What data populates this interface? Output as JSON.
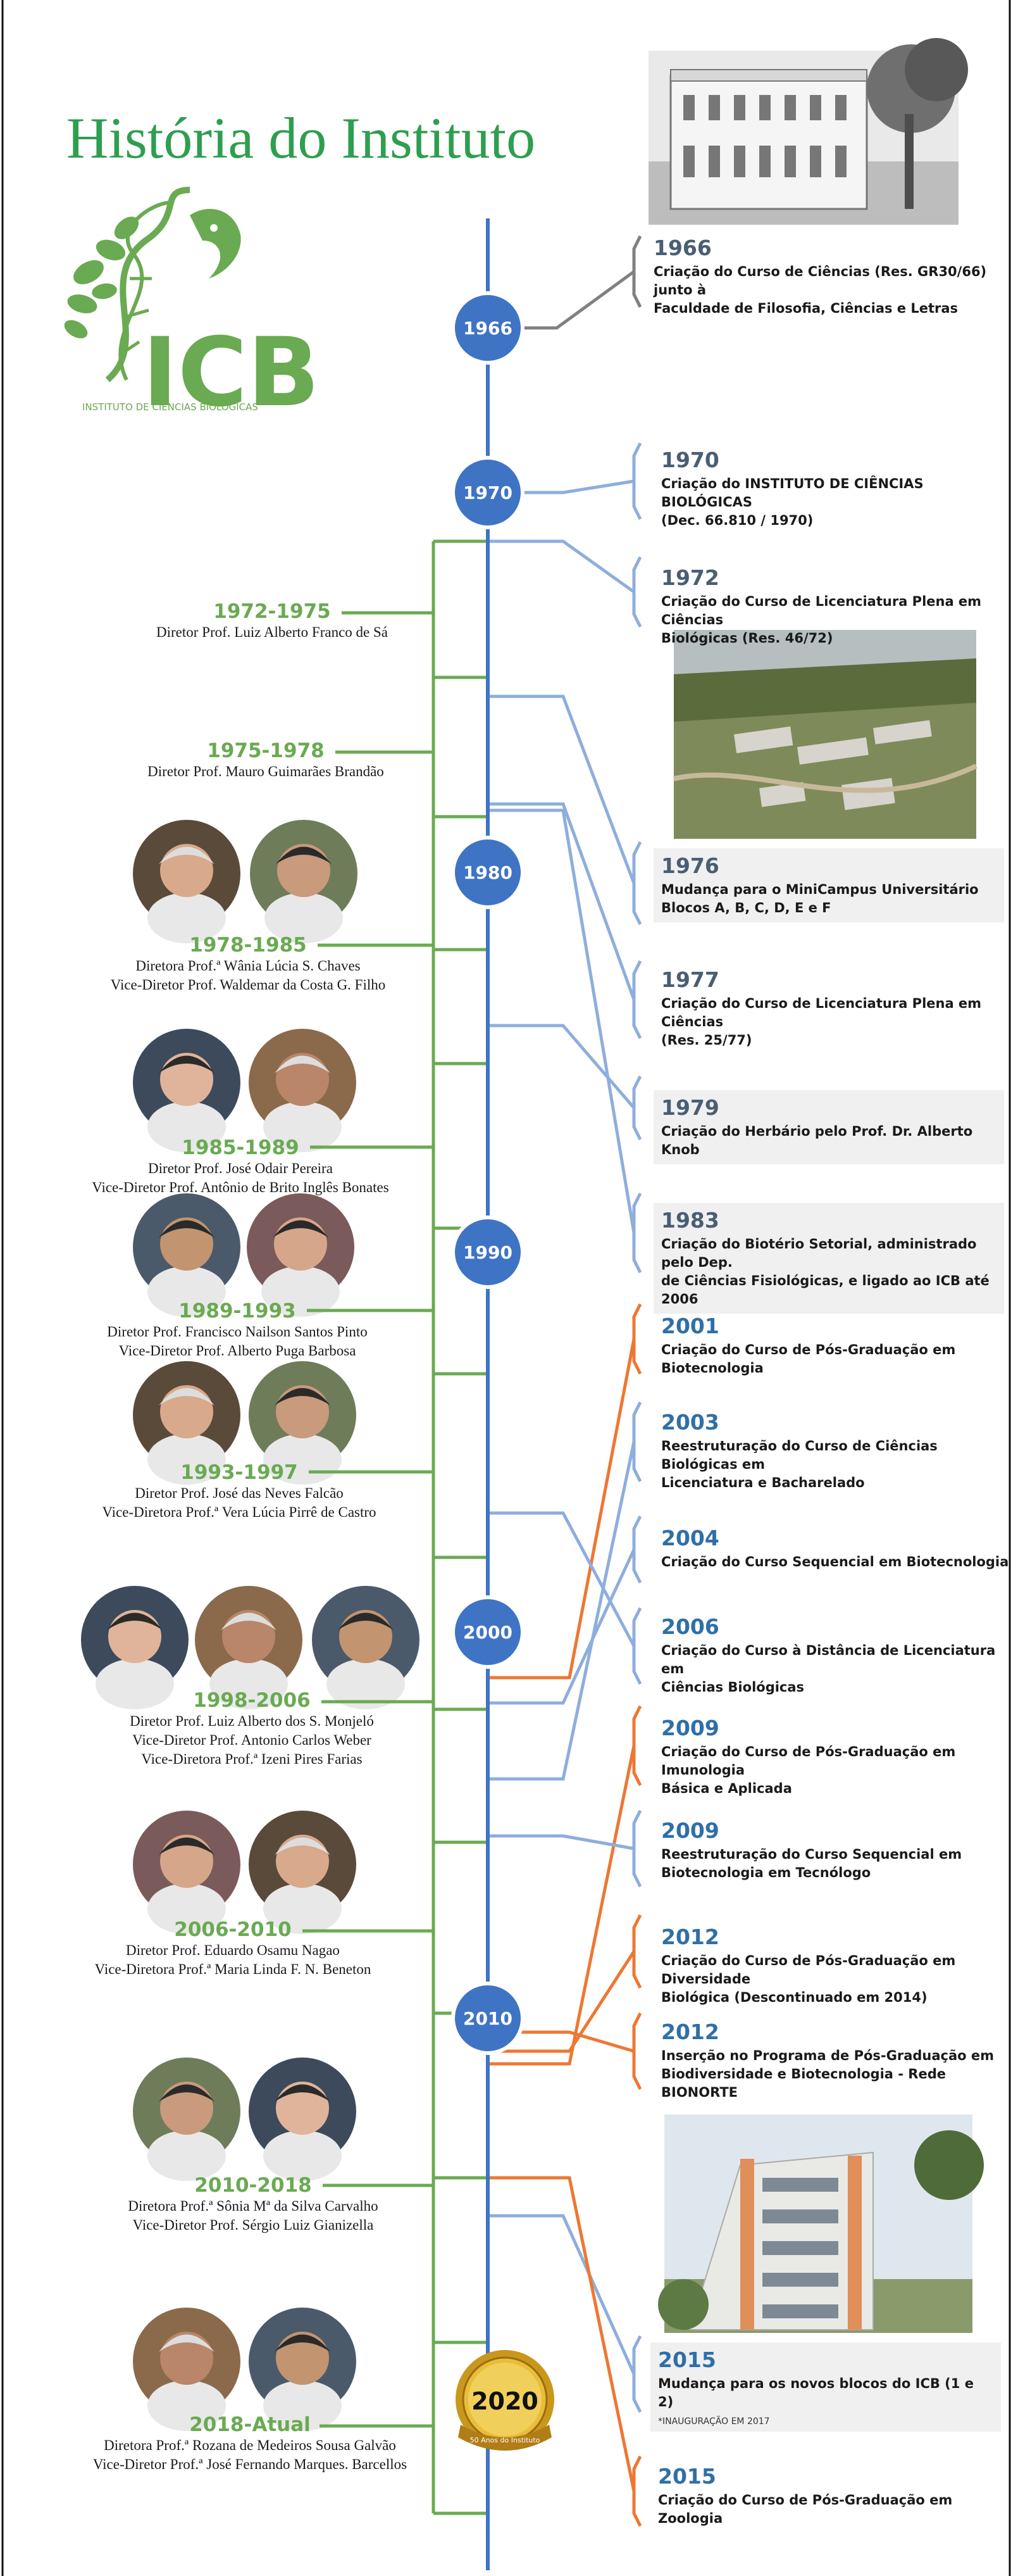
{
  "title": "História do Instituto",
  "logo": {
    "text": "ICB",
    "subtitle": "INSTITUTO DE CIÊNCIAS BIOLÓGICAS",
    "color": "#6aaa52"
  },
  "colors": {
    "timeline": "#3f74c4",
    "green": "#6aaa52",
    "orange": "#ee7733",
    "gray": "#808080",
    "light_blue": "#8eaedc"
  },
  "decades": [
    "1966",
    "1970",
    "1980",
    "1990",
    "2000",
    "2010"
  ],
  "medal": {
    "year": "2020",
    "caption": "50 Anos do Instituto"
  },
  "events": [
    {
      "year": "1966",
      "text": [
        "Criação do Curso de Ciências (Res. GR30/66) junto à",
        "Faculdade de Filosofia, Ciências e Letras"
      ]
    },
    {
      "year": "1970",
      "text": [
        "Criação do INSTITUTO DE CIÊNCIAS BIOLÓGICAS",
        "(Dec. 66.810 / 1970)"
      ]
    },
    {
      "year": "1972",
      "text": [
        "Criação do Curso de Licenciatura Plena em Ciências",
        "Biológicas (Res. 46/72)"
      ]
    },
    {
      "year": "1976",
      "text": [
        "Mudança para o MiniCampus Universitário",
        "Blocos A, B, C, D, E e F"
      ]
    },
    {
      "year": "1977",
      "text": [
        "Criação do Curso de Licenciatura Plena em Ciências",
        "(Res. 25/77)"
      ]
    },
    {
      "year": "1979",
      "text": [
        "Criação do Herbário pelo Prof. Dr. Alberto Knob"
      ]
    },
    {
      "year": "1983",
      "text": [
        "Criação do Biotério Setorial, administrado pelo Dep.",
        "de Ciências Fisiológicas, e ligado ao ICB até 2006"
      ]
    },
    {
      "year": "2001",
      "text": [
        "Criação do Curso de Pós-Graduação em Biotecnologia"
      ]
    },
    {
      "year": "2003",
      "text": [
        "Reestruturação do Curso de Ciências Biológicas em",
        "Licenciatura  e Bacharelado"
      ]
    },
    {
      "year": "2004",
      "text": [
        "Criação do Curso Sequencial em Biotecnologia"
      ]
    },
    {
      "year": "2006",
      "text": [
        "Criação do Curso à Distância de Licenciatura em",
        "Ciências Biológicas"
      ]
    },
    {
      "year": "2009",
      "text": [
        "Criação do Curso de Pós-Graduação em Imunologia",
        "Básica e Aplicada"
      ]
    },
    {
      "year": "2009",
      "text": [
        "Reestruturação do Curso Sequencial em",
        "Biotecnologia em Tecnólogo"
      ]
    },
    {
      "year": "2012",
      "text": [
        "Criação do Curso de Pós-Graduação em Diversidade",
        "Biológica (Descontinuado em 2014)"
      ]
    },
    {
      "year": "2012",
      "text": [
        "Inserção no Programa de Pós-Graduação em",
        "Biodiversidade e Biotecnologia - Rede BIONORTE"
      ]
    },
    {
      "year": "2015",
      "text": [
        "Mudança para os novos blocos do ICB (1 e 2)"
      ],
      "note": "*INAUGURAÇÃO EM 2017"
    },
    {
      "year": "2015",
      "text": [
        "Criação do Curso de Pós-Graduação em Zoologia"
      ]
    }
  ],
  "directorates": [
    {
      "years": "1972-1975",
      "names": [
        "Diretor Prof. Luiz Alberto Franco de Sá"
      ]
    },
    {
      "years": "1975-1978",
      "names": [
        "Diretor Prof. Mauro Guimarães Brandão"
      ]
    },
    {
      "years": "1978-1985",
      "names": [
        "Diretora Prof.ª Wânia Lúcia  S. Chaves",
        "Vice-Diretor Prof. Waldemar da Costa G. Filho"
      ]
    },
    {
      "years": "1985-1989",
      "names": [
        "Diretor Prof. José Odair Pereira",
        "Vice-Diretor Prof. Antônio de Brito Inglês Bonates"
      ]
    },
    {
      "years": "1989-1993",
      "names": [
        "Diretor Prof. Francisco Nailson Santos Pinto",
        "Vice-Diretor Prof. Alberto Puga Barbosa"
      ]
    },
    {
      "years": "1993-1997",
      "names": [
        "Diretor Prof. José das Neves Falcão",
        "Vice-Diretora Prof.ª Vera Lúcia Pirrê de Castro"
      ]
    },
    {
      "years": "1998-2006",
      "names": [
        "Diretor Prof. Luiz Alberto dos S. Monjeló",
        "Vice-Diretor Prof. Antonio Carlos Weber",
        "Vice-Diretora Prof.ª Izeni Pires Farias"
      ]
    },
    {
      "years": "2006-2010",
      "names": [
        "Diretor Prof. Eduardo Osamu Nagao",
        "Vice-Diretora Prof.ª Maria Linda F. N. Beneton"
      ]
    },
    {
      "years": "2010-2018",
      "names": [
        "Diretora Prof.ª Sônia Mª da Silva Carvalho",
        "Vice-Diretor Prof. Sérgio Luiz Gianizella"
      ]
    },
    {
      "years": "2018-Atual",
      "names": [
        "Diretora Prof.ª Rozana de Medeiros Sousa Galvão",
        "Vice-Diretor Prof.ª José Fernando Marques. Barcellos"
      ]
    }
  ]
}
